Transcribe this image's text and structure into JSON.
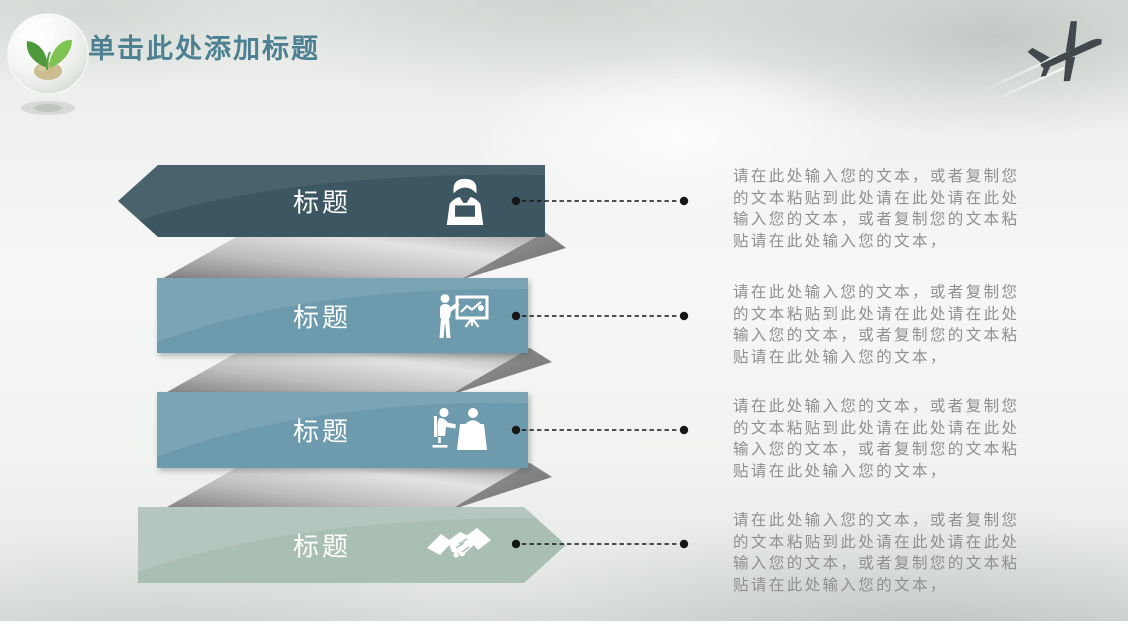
{
  "title": {
    "text": "单击此处添加标题"
  },
  "decor": {
    "logo": "seedling-in-glass-sphere",
    "airplane": "jet-with-contrails",
    "background": "cloudy-sky"
  },
  "rows": [
    {
      "label": "标题",
      "icon": "person-laptop-icon",
      "text": "请在此处输入您的文本，或者复制您的文本粘贴到此处请在此处请在此处输入您的文本，或者复制您的文本粘贴请在此处输入您的文本，"
    },
    {
      "label": "标题",
      "icon": "presentation-chart-icon",
      "text": "请在此处输入您的文本，或者复制您的文本粘贴到此处请在此处请在此处输入您的文本，或者复制您的文本粘贴请在此处输入您的文本，"
    },
    {
      "label": "标题",
      "icon": "interview-desk-icon",
      "text": "请在此处输入您的文本，或者复制您的文本粘贴到此处请在此处请在此处输入您的文本，或者复制您的文本粘贴请在此处输入您的文本，"
    },
    {
      "label": "标题",
      "icon": "handshake-icon",
      "text": "请在此处输入您的文本，或者复制您的文本粘贴到此处请在此处请在此处输入您的文本，或者复制您的文本粘贴请在此处输入您的文本，"
    }
  ],
  "colors": {
    "title": "#4d8192",
    "banner1": "#3c5761",
    "banner2": "#6d9aac",
    "banner3": "#6d9aac",
    "banner4": "#aabfb4",
    "body_text": "#8f8f8f",
    "connector": "#161616",
    "fold_metal": "#c4c4c4"
  }
}
